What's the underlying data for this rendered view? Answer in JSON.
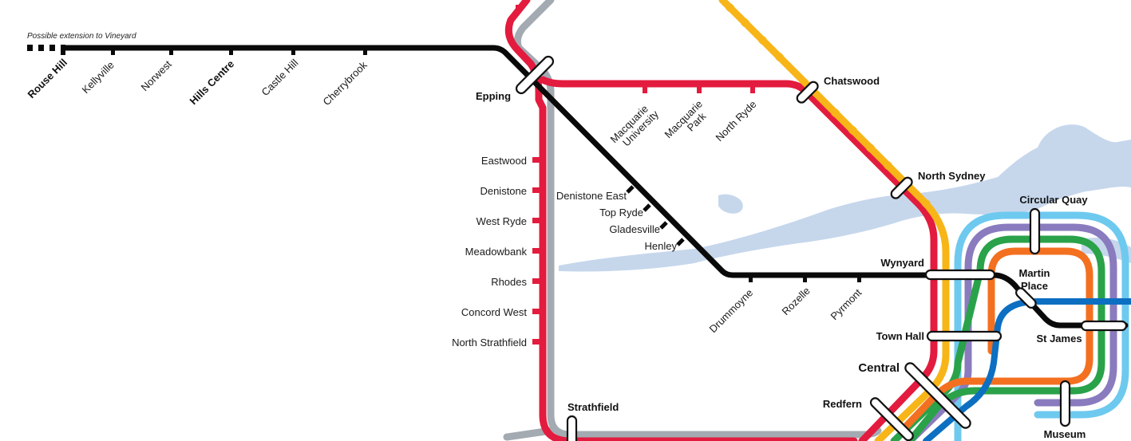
{
  "map": {
    "extension_note": "Possible extension to Vineyard",
    "colors": {
      "metro": "#0a0a0a",
      "t9_red": "#e31b3e",
      "t1_yellow": "#f7b518",
      "grey": "#a3aab2",
      "orange": "#f37021",
      "green": "#2aa24a",
      "purple": "#8a7bbf",
      "light_blue": "#6ec9ef",
      "blue": "#0d6fc1",
      "water": "#c6d7ec"
    },
    "stations": {
      "rouse_hill": "Rouse Hill",
      "kellyville": "Kellyville",
      "norwest": "Norwest",
      "hills_centre": "Hills Centre",
      "castle_hill": "Castle Hill",
      "cherrybrook": "Cherrybrook",
      "epping": "Epping",
      "macquarie_university": [
        "Macquarie",
        "University"
      ],
      "macquarie_park": [
        "Macquarie",
        "Park"
      ],
      "north_ryde": "North Ryde",
      "chatswood": "Chatswood",
      "north_sydney": "North Sydney",
      "eastwood": "Eastwood",
      "denistone": "Denistone",
      "west_ryde": "West Ryde",
      "meadowbank": "Meadowbank",
      "rhodes": "Rhodes",
      "concord_west": "Concord West",
      "north_strathfield": "North Strathfield",
      "denistone_east": "Denistone East",
      "top_ryde": "Top Ryde",
      "gladesville": "Gladesville",
      "henley": "Henley",
      "drummoyne": "Drummoyne",
      "rozelle": "Rozelle",
      "pyrmont": "Pyrmont",
      "wynyard": "Wynyard",
      "circular_quay": "Circular Quay",
      "martin_place": [
        "Martin",
        "Place"
      ],
      "st_james": "St James",
      "town_hall": "Town Hall",
      "central": "Central",
      "redfern": "Redfern",
      "strathfield": "Strathfield",
      "museum": "Museum"
    }
  }
}
